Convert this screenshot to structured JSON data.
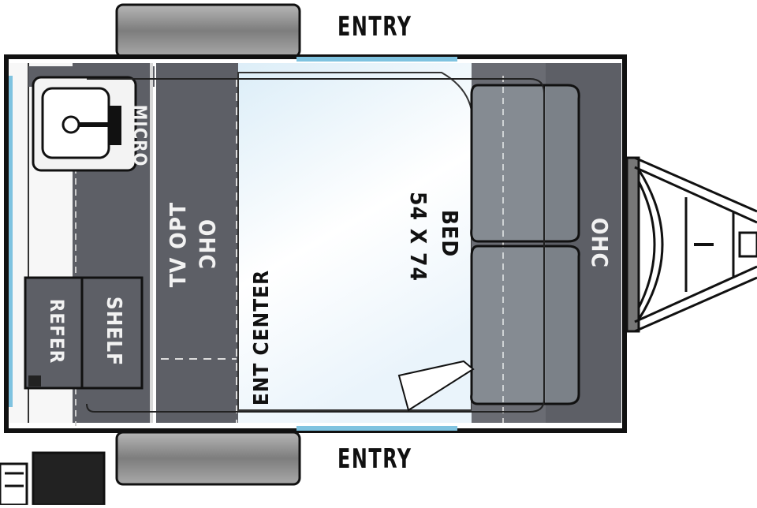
{
  "labels": {
    "entry_top": "ENTRY",
    "entry_bottom": "ENTRY",
    "micro": "MICRO",
    "tv_opt": "TV OPT",
    "ohc_left": "OHC",
    "refer": "REFER",
    "shelf": "SHELF",
    "ent_center": "ENT CENTER",
    "bed": "BED",
    "bed_size": "54 X 74",
    "ohc_right": "OHC"
  },
  "colors": {
    "cabinet": "#5d5f66",
    "cabinet_light": "#7a7c83",
    "floor_start": "#eaf3fa",
    "floor_end": "#ffffff",
    "window": "#7fc3e0",
    "tire": "#8c8c8c",
    "outline": "#111111"
  }
}
